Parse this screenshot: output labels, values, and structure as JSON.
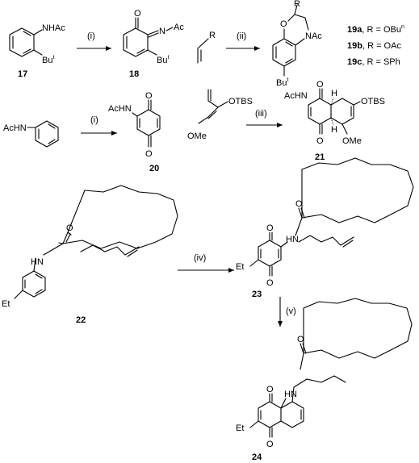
{
  "reagents": {
    "i": "(i)",
    "ii": "(ii)",
    "iii": "(iii)",
    "iv": "(iv)",
    "v": "(v)"
  },
  "compounds": {
    "c17": "17",
    "c18": "18",
    "c20": "20",
    "c21": "21",
    "c22": "22",
    "c23": "23",
    "c24": "24"
  },
  "atoms": {
    "NHAc": "NHAc",
    "AcN": "N",
    "Ac": "Ac",
    "Bu": "Bu",
    "t": "t",
    "n": "n",
    "O": "O",
    "R": "R",
    "NAc": "NAc",
    "AcHN": "AcHN",
    "OTBS": "OTBS",
    "OMe": "OMe",
    "HN": "HN",
    "H": "H",
    "Et": "Et"
  },
  "products19": [
    {
      "id": "19a",
      "rest": ", R = OBu"
    },
    {
      "id": "19b",
      "rest": ", R = OAc"
    },
    {
      "id": "19c",
      "rest": ", R = SPh"
    }
  ]
}
